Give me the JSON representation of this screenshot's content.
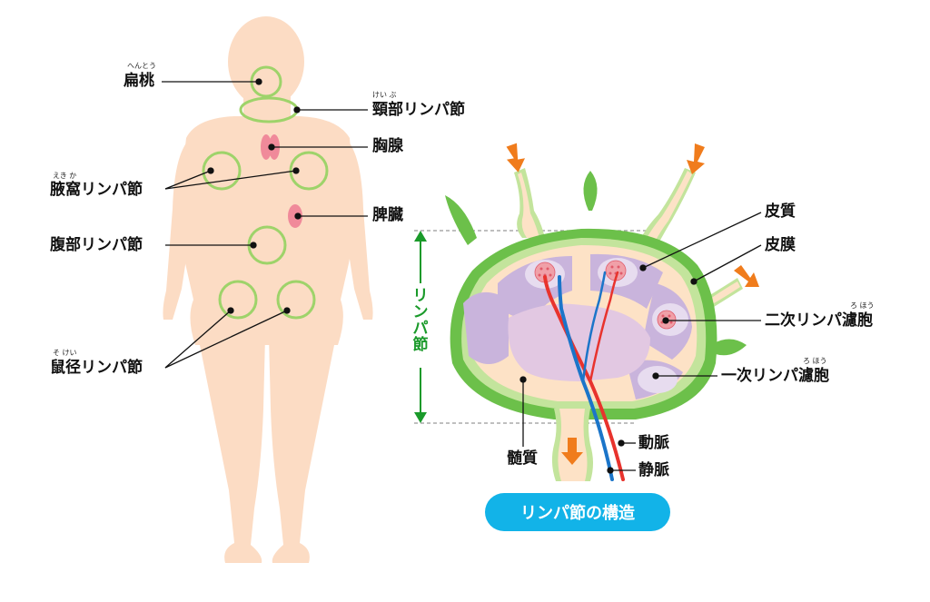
{
  "body_labels": {
    "tonsil": {
      "text": "扁桃",
      "ruby": "へんとう"
    },
    "cervical": {
      "text": "頸部リンパ節",
      "ruby": "けい ぶ"
    },
    "thymus": {
      "text": "胸腺"
    },
    "axillary": {
      "text": "腋窩リンパ節",
      "ruby": "えき か"
    },
    "spleen": {
      "text": "脾臓"
    },
    "abdominal": {
      "text": "腹部リンパ節"
    },
    "inguinal": {
      "text": "鼠径リンパ節",
      "ruby": "そ けい"
    }
  },
  "node_labels": {
    "cortex": {
      "text": "皮質"
    },
    "capsule": {
      "text": "皮膜"
    },
    "secondary_follicle": {
      "text": "二次リンパ濾胞",
      "ruby": "ろ ほう"
    },
    "primary_follicle": {
      "text": "一次リンパ濾胞",
      "ruby": "ろ ほう"
    },
    "artery": {
      "text": "動脈"
    },
    "vein": {
      "text": "静脈"
    },
    "medulla": {
      "text": "髄質"
    },
    "lymph_node_vertical": {
      "text": "リンパ節"
    }
  },
  "caption": "リンパ節の構造",
  "colors": {
    "skin": "#fcdcc4",
    "ring": "#9ed36a",
    "capsule_green": "#6cc04a",
    "inner_green": "#c3e49c",
    "cortex_purple": "#c9b4dc",
    "arrow_orange": "#f07c1c",
    "artery_red": "#e8332d",
    "vein_blue": "#1b75c9",
    "caption_bg": "#12b3e8",
    "measure_green": "#1a9a2a"
  }
}
